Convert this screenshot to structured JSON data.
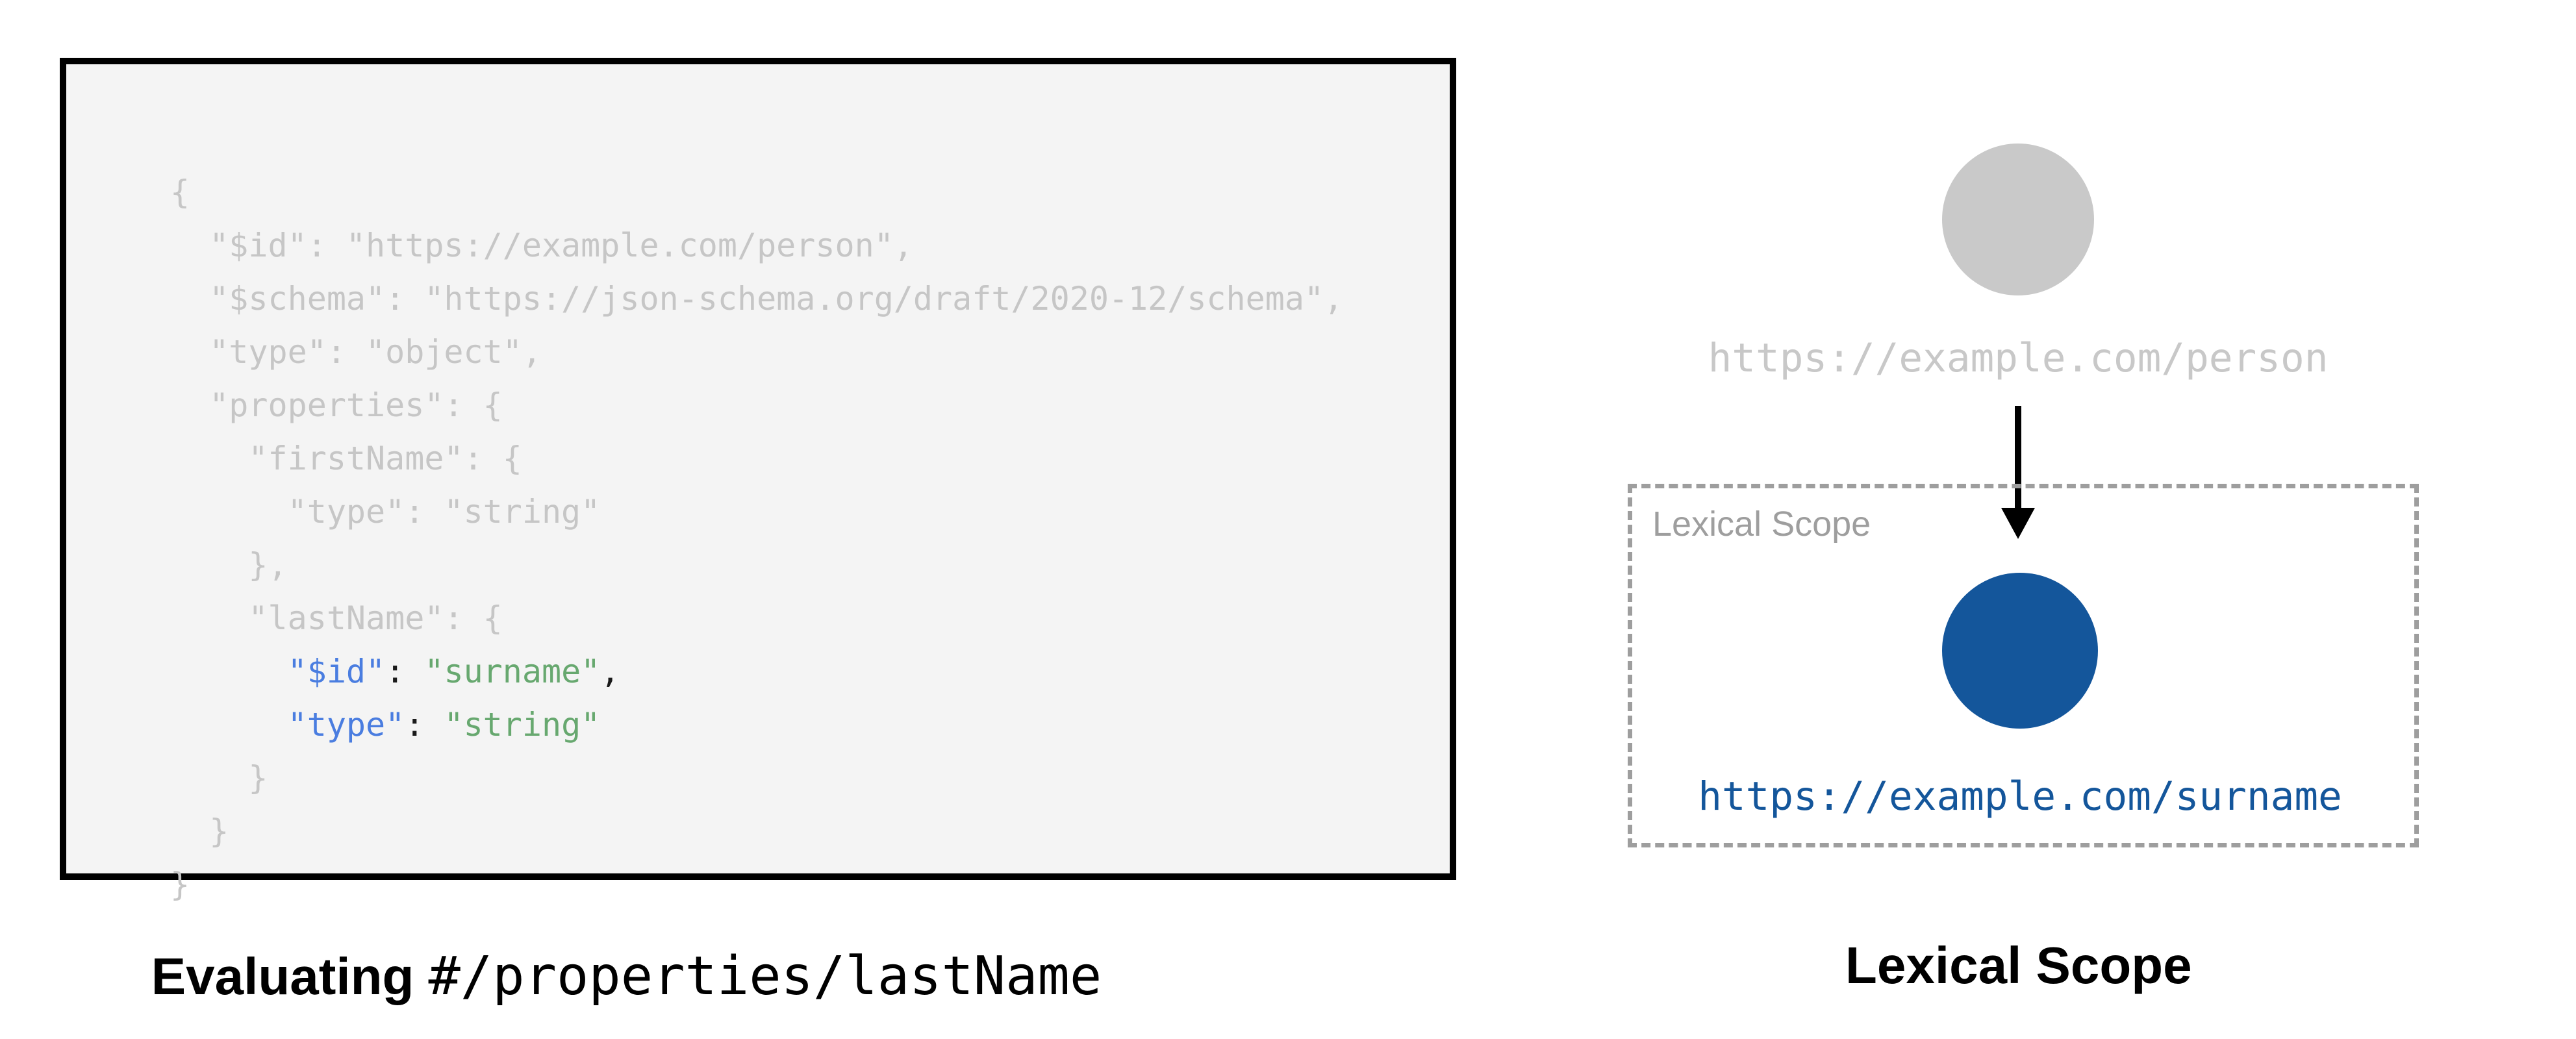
{
  "page": {
    "background": "#ffffff"
  },
  "code_panel": {
    "background": "#f4f4f4",
    "border_color": "#000000",
    "syntax_colors": {
      "dim": "#c6c6c6",
      "key": "#4a7de0",
      "str": "#67a86f",
      "punct": "#1a1a1a"
    },
    "lines": [
      [
        {
          "t": "{",
          "c": "dim"
        }
      ],
      [
        {
          "t": "  \"$id\": \"https://example.com/person\",",
          "c": "dim"
        }
      ],
      [
        {
          "t": "  \"$schema\": \"https://json-schema.org/draft/2020-12/schema\",",
          "c": "dim"
        }
      ],
      [
        {
          "t": "  \"type\": \"object\",",
          "c": "dim"
        }
      ],
      [
        {
          "t": "  \"properties\": {",
          "c": "dim"
        }
      ],
      [
        {
          "t": "    \"firstName\": {",
          "c": "dim"
        }
      ],
      [
        {
          "t": "      \"type\": \"string\"",
          "c": "dim"
        }
      ],
      [
        {
          "t": "    },",
          "c": "dim"
        }
      ],
      [
        {
          "t": "    \"lastName\": {",
          "c": "dim"
        }
      ],
      [
        {
          "t": "      ",
          "c": "dim"
        },
        {
          "t": "\"$id\"",
          "c": "key"
        },
        {
          "t": ": ",
          "c": "punct"
        },
        {
          "t": "\"surname\"",
          "c": "str"
        },
        {
          "t": ",",
          "c": "punct"
        }
      ],
      [
        {
          "t": "      ",
          "c": "dim"
        },
        {
          "t": "\"type\"",
          "c": "key"
        },
        {
          "t": ": ",
          "c": "punct"
        },
        {
          "t": "\"string\"",
          "c": "str"
        }
      ],
      [
        {
          "t": "    }",
          "c": "dim"
        }
      ],
      [
        {
          "t": "  }",
          "c": "dim"
        }
      ],
      [
        {
          "t": "}",
          "c": "dim"
        }
      ]
    ]
  },
  "left_caption": {
    "bold_text": "Evaluating ",
    "mono_text": "#/properties/lastName"
  },
  "diagram": {
    "parent_node_color": "#c9c9c9",
    "parent_url": "https://example.com/person",
    "parent_url_color": "#c8c8c8",
    "arrow_color": "#000000",
    "scope_label": "Lexical Scope",
    "scope_border_color": "#9e9e9e",
    "scope_label_color": "#9e9e9e",
    "child_node_color": "#14569b",
    "child_url": "https://example.com/surname",
    "child_url_color": "#14569b",
    "caption": "Lexical Scope"
  }
}
